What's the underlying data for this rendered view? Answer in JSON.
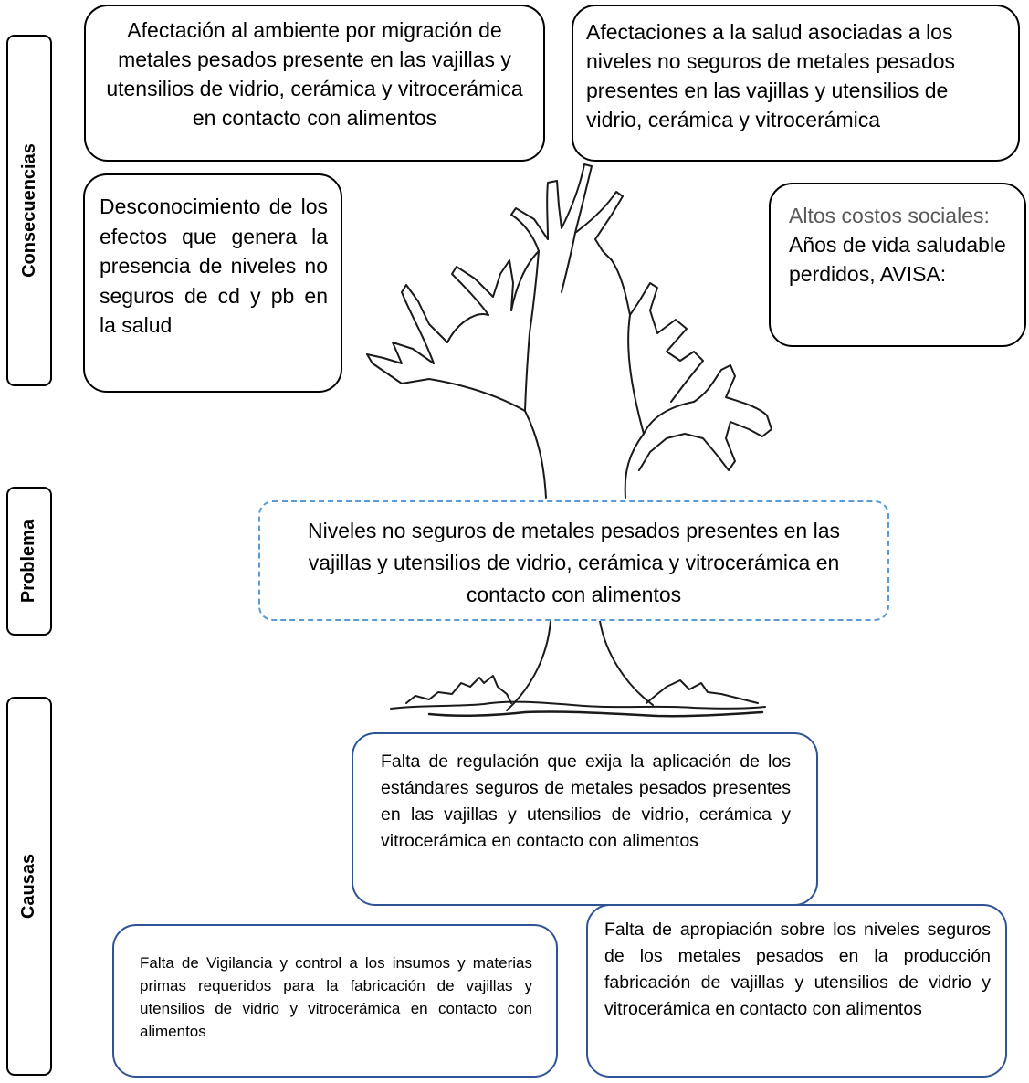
{
  "side_labels": {
    "consecuencias": "Consecuencias",
    "problema": "Problema",
    "causas": "Causas"
  },
  "consequences": {
    "environment": "Afectación al ambiente por migración de metales pesados presente en las vajillas y utensilios de vidrio, cerámica y vitrocerámica en contacto con alimentos",
    "health": "Afectaciones a la salud asociadas a los niveles no seguros de metales pesados presentes en las vajillas y utensilios de vidrio, cerámica y vitrocerámica",
    "unawareness": "Desconocimiento de los efectos que genera la presencia de niveles no seguros de cd y pb en la salud",
    "social_costs_title": "Altos costos sociales:",
    "social_costs_body": "Años de vida saludable perdidos, AVISA:"
  },
  "problem": {
    "text": "Niveles no seguros de metales pesados presentes en las vajillas y utensilios de vidrio, cerámica y vitrocerámica en contacto con alimentos"
  },
  "causes": {
    "regulation": "Falta de regulación que exija la aplicación de los estándares seguros de metales pesados presentes en las vajillas y utensilios de vidrio, cerámica y vitrocerámica en contacto con alimentos",
    "surveillance": "Falta de Vigilancia y control a los insumos y materias primas requeridos para la fabricación de vajillas y utensilios de vidrio y vitrocerámica en contacto con alimentos",
    "appropriation": "Falta de apropiación sobre los niveles seguros de los metales pesados en la producción fabricación de vajillas y utensilios de vidrio y vitrocerámica en contacto con alimentos"
  },
  "colors": {
    "problem_border": "#5b9bd5",
    "cause_border": "#2f5496",
    "muted_text": "#595959"
  }
}
